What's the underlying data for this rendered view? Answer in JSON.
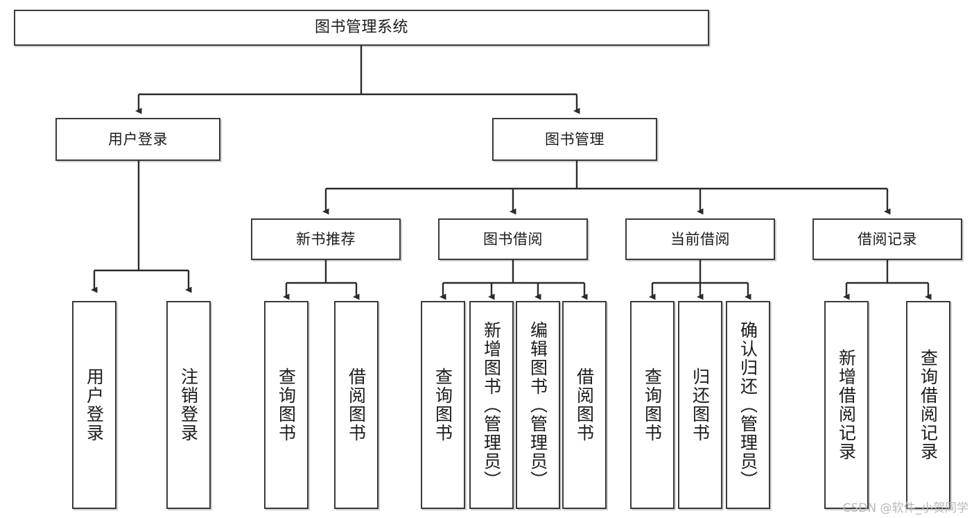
{
  "diagram": {
    "title": "图书管理系统",
    "type": "tree-hierarchy",
    "watermark": "CSDN @软件_小贺同学",
    "colors": {
      "box_border": "#3a3a3a",
      "box_fill": "#ffffff",
      "edge": "#2b2b2b",
      "text": "#1b1b1b",
      "watermark": "#b9b9b9"
    },
    "root": {
      "label": "图书管理系统"
    },
    "level2": [
      {
        "label": "用户登录"
      },
      {
        "label": "图书管理"
      }
    ],
    "level3": [
      {
        "label": "新书推荐"
      },
      {
        "label": "图书借阅"
      },
      {
        "label": "当前借阅"
      },
      {
        "label": "借阅记录"
      }
    ],
    "leaves": {
      "user_login": [
        {
          "label": "用户登录"
        },
        {
          "label": "注销登录"
        }
      ],
      "new_book_recommend": [
        {
          "label": "查询图书"
        },
        {
          "label": "借阅图书"
        }
      ],
      "book_borrow": [
        {
          "label": "查询图书"
        },
        {
          "label": "新增图书（管理员）"
        },
        {
          "label": "编辑图书（管理员）"
        },
        {
          "label": "借阅图书"
        }
      ],
      "current_borrow": [
        {
          "label": "查询图书"
        },
        {
          "label": "归还图书"
        },
        {
          "label": "确认归还（管理员）"
        }
      ],
      "borrow_records": [
        {
          "label": "新增借阅记录"
        },
        {
          "label": "查询借阅记录"
        }
      ]
    }
  }
}
